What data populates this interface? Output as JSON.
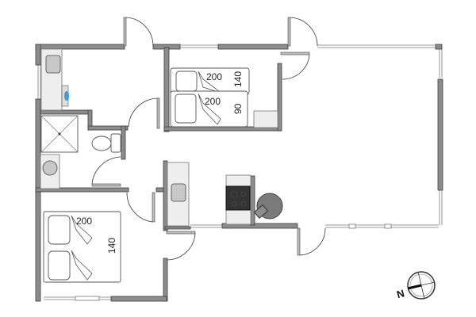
{
  "floor_plan": {
    "bunk_bed_upper": {
      "length_label": "200",
      "width_label": "140"
    },
    "bunk_bed_lower": {
      "length_label": "200",
      "width_label": "90"
    },
    "double_bed": {
      "length_label": "200",
      "width_label": "140"
    },
    "compass": {
      "north_label": "N"
    },
    "colors": {
      "wall": "#8c8c8c",
      "stove": "#333333",
      "table": "#7a7a7a"
    }
  }
}
